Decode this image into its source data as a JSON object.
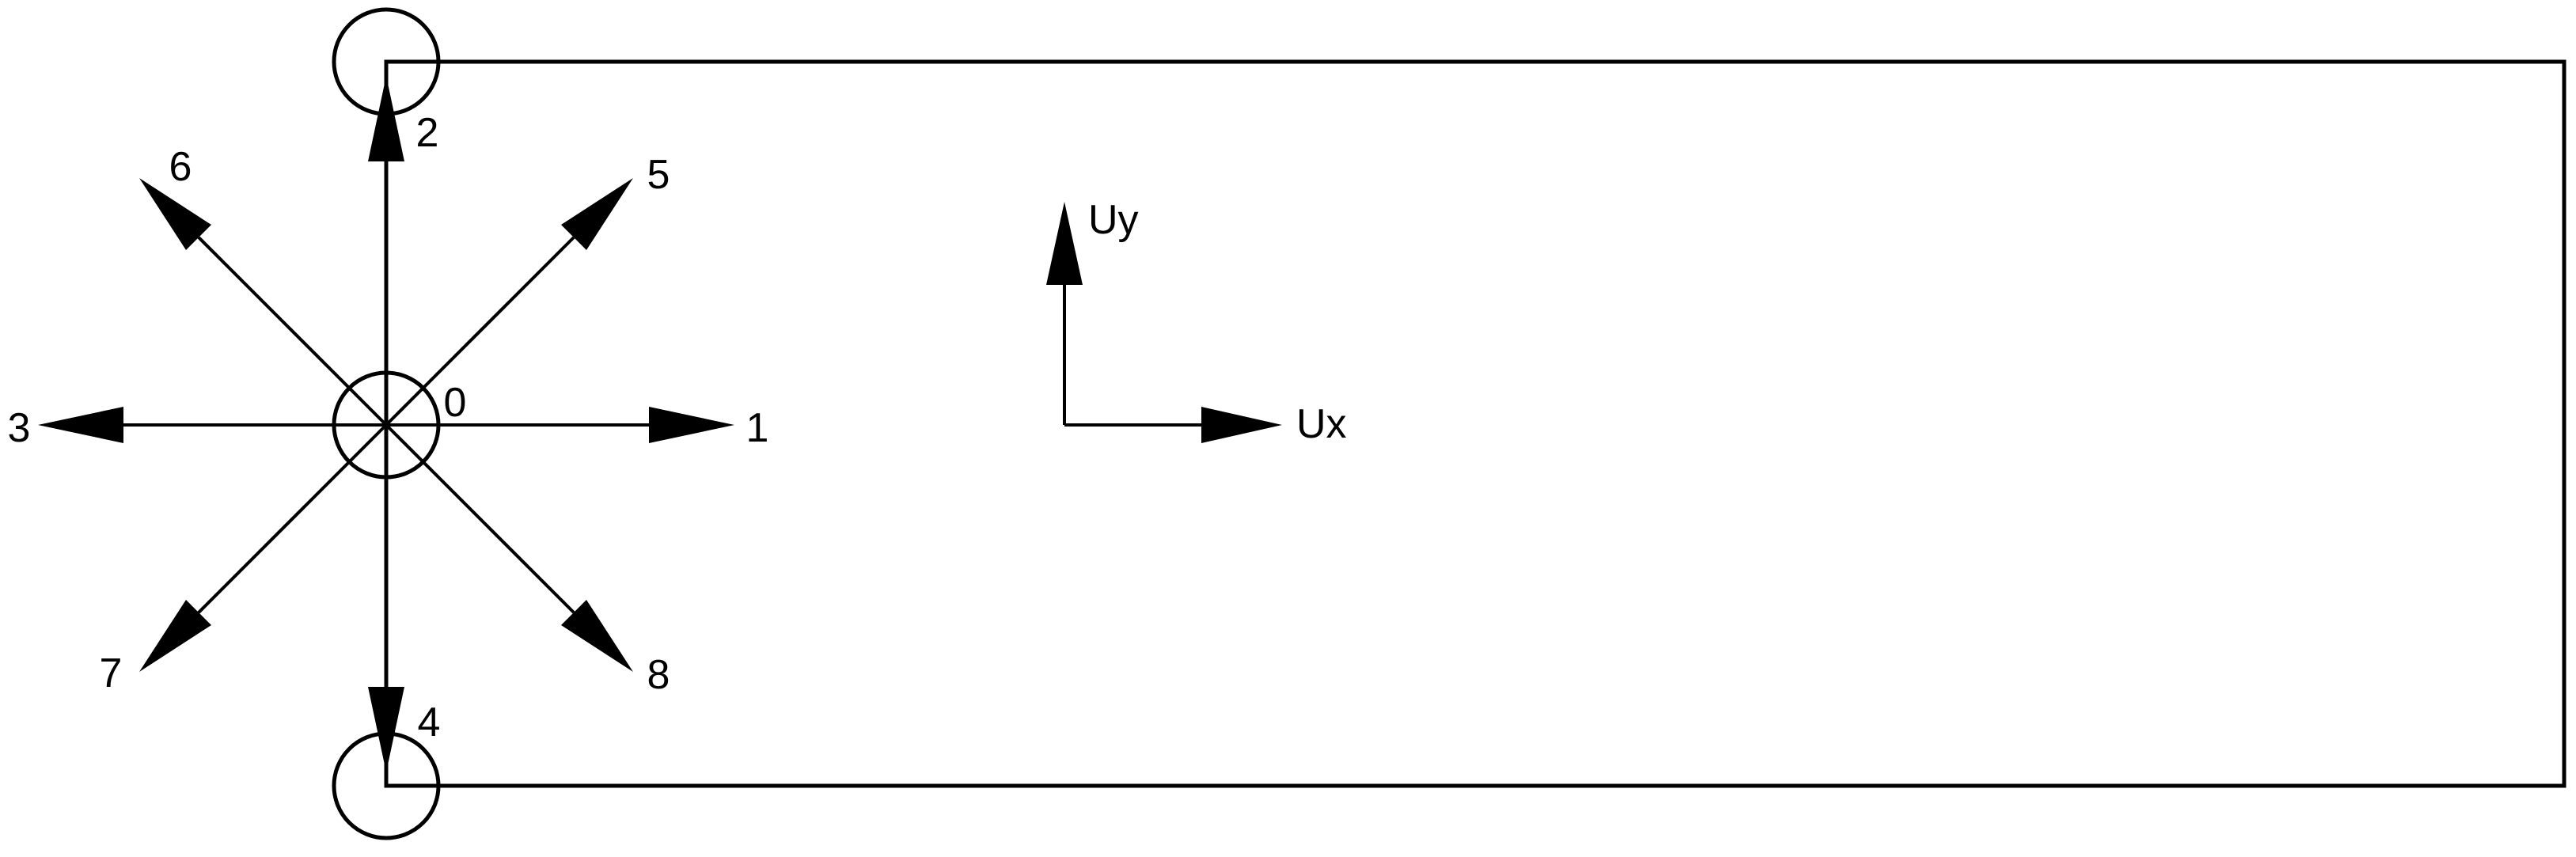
{
  "diagram": {
    "directions": [
      {
        "index": "0",
        "angle_deg": null
      },
      {
        "index": "1",
        "angle_deg": 0
      },
      {
        "index": "2",
        "angle_deg": 90
      },
      {
        "index": "3",
        "angle_deg": 180
      },
      {
        "index": "4",
        "angle_deg": 270
      },
      {
        "index": "5",
        "angle_deg": 45
      },
      {
        "index": "6",
        "angle_deg": 135
      },
      {
        "index": "7",
        "angle_deg": 225
      },
      {
        "index": "8",
        "angle_deg": 315
      }
    ],
    "velocity_axes": {
      "x_label": "Ux",
      "y_label": "Uy"
    },
    "colors": {
      "stroke": "#000000",
      "background": "#ffffff"
    }
  }
}
